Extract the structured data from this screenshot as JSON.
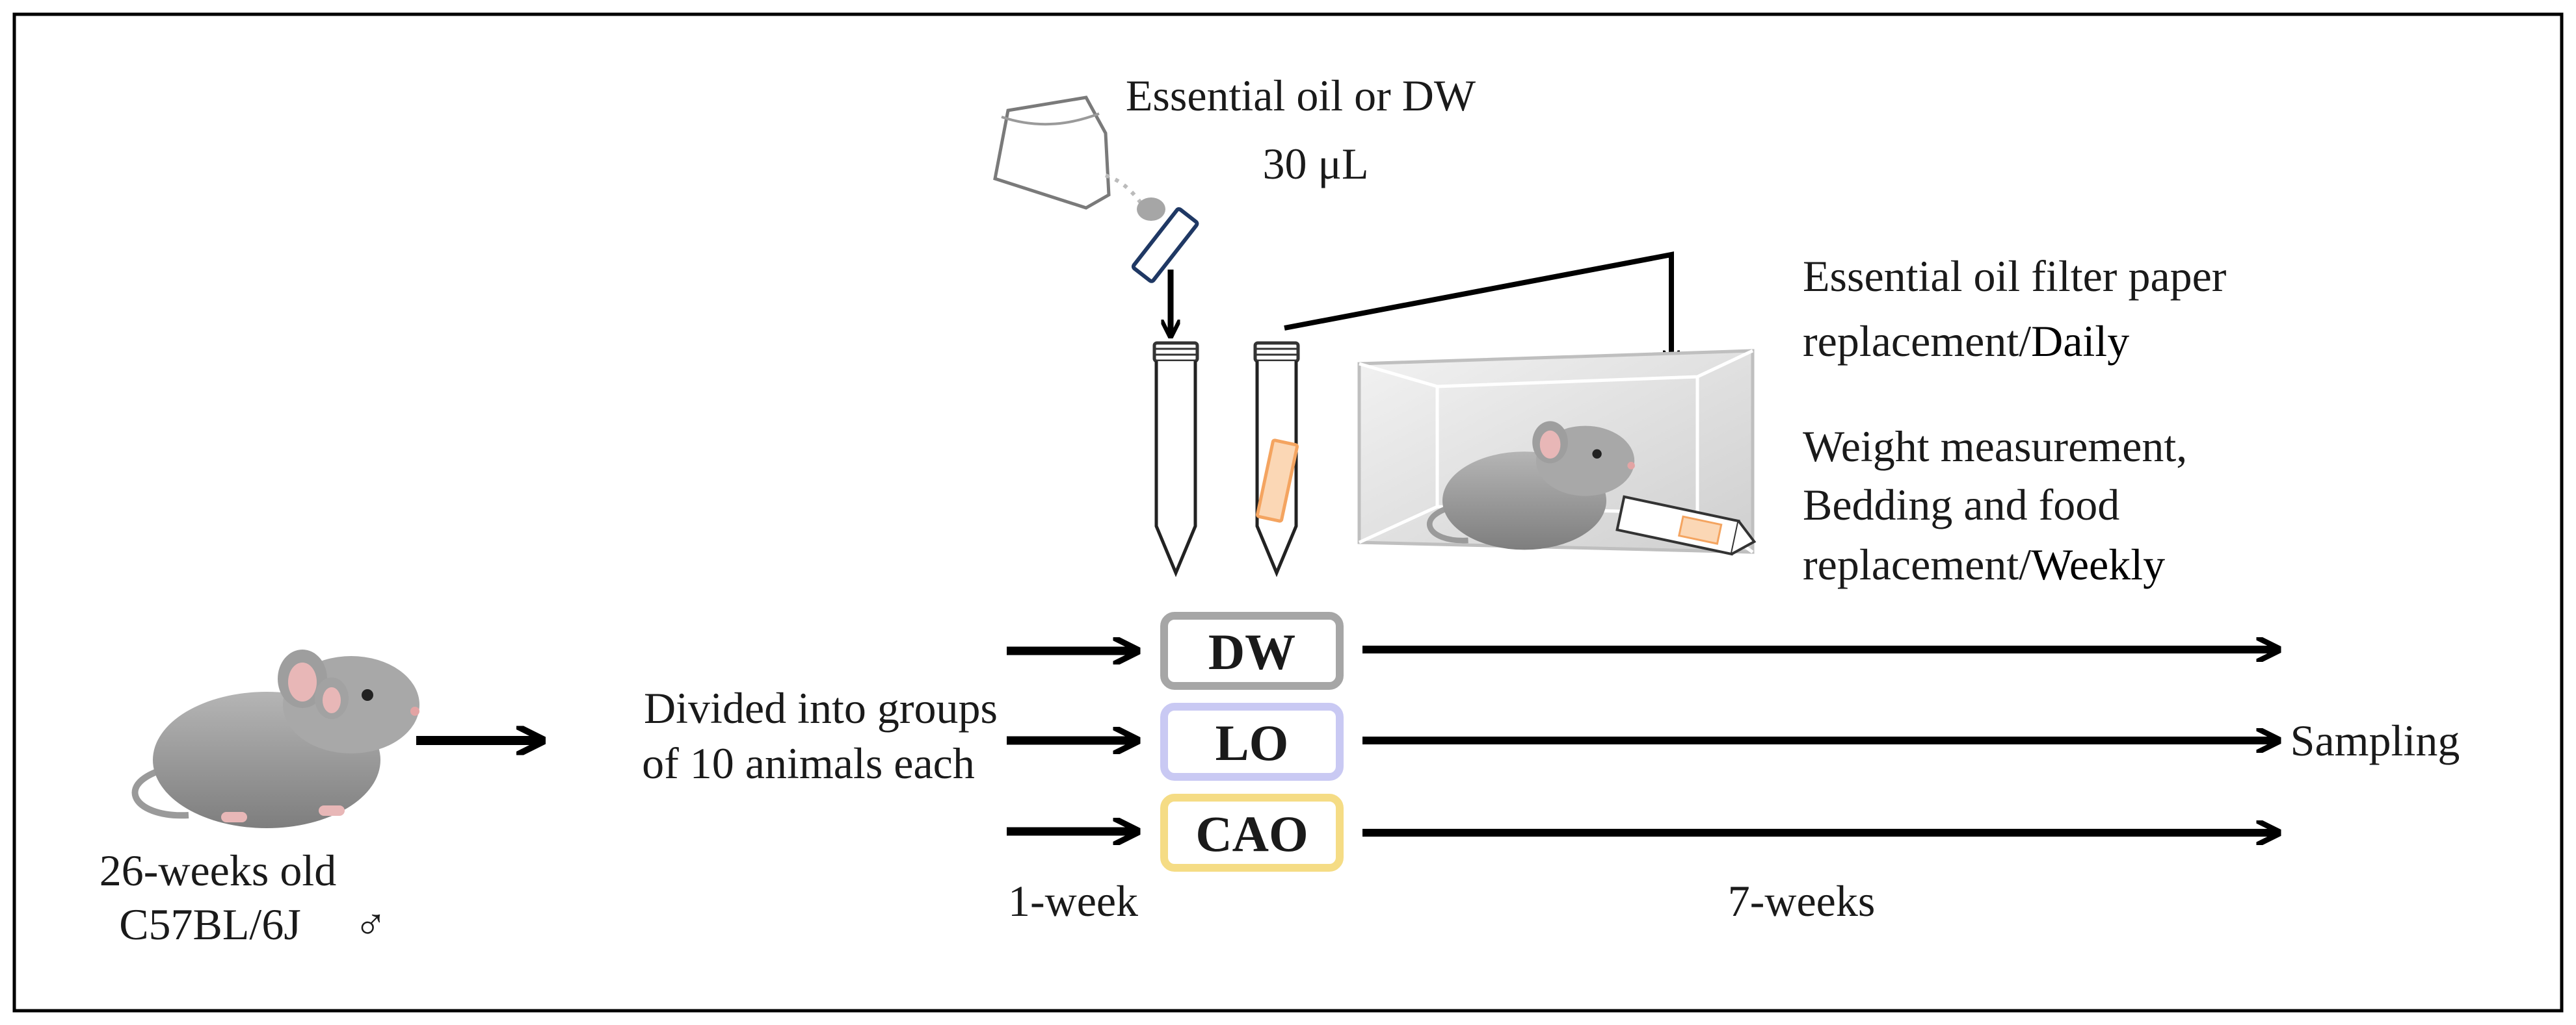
{
  "source": {
    "line1": "26-weeks old",
    "line2": "C57BL/6J",
    "sex_symbol": "♂"
  },
  "division": {
    "line1": "Divided into groups",
    "line2": "of 10 animals each"
  },
  "treatment": {
    "line1": "Essential oil or DW",
    "line2": "30 μL"
  },
  "notes": {
    "daily": {
      "line1": "Essential oil filter paper",
      "line2_prefix": "replacement/",
      "line2_emph": "Daily"
    },
    "weekly": {
      "line1": "Weight measurement,",
      "line2": "Bedding and food",
      "line3_prefix": "replacement/",
      "line3_emph": "Weekly"
    }
  },
  "groups": [
    {
      "label": "DW",
      "border_color": "#a6a6a6"
    },
    {
      "label": "LO",
      "border_color": "#c9c9f3"
    },
    {
      "label": "CAO",
      "border_color": "#f5dc85"
    }
  ],
  "durations": {
    "acclimation": "1-week",
    "treatment": "7-weeks"
  },
  "endpoint": "Sampling",
  "colors": {
    "arrow": "#000000",
    "mouse": "#9a9a9a",
    "paper": "#f4b98a",
    "cup_outline": "#1f3864",
    "frame": "#000000"
  }
}
